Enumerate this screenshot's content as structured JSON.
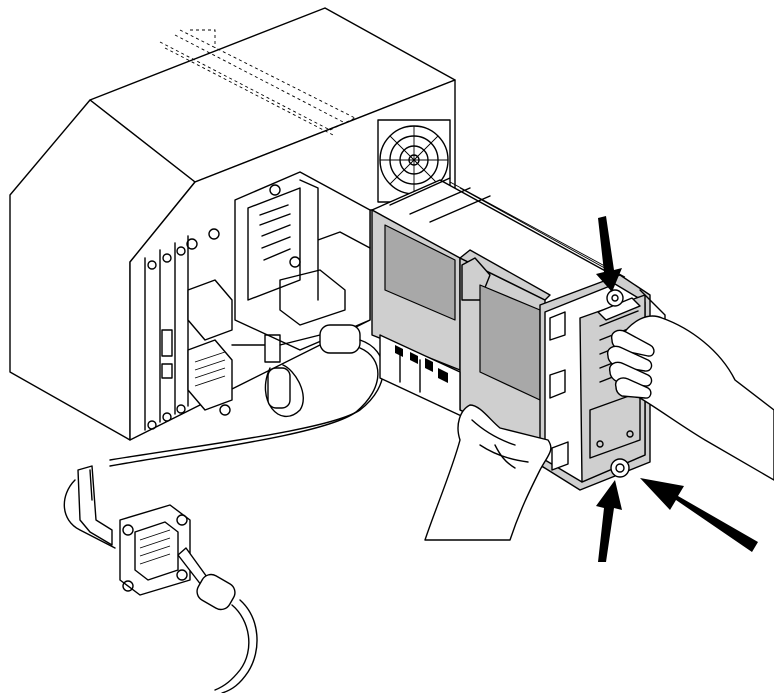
{
  "figure": {
    "description_visible_text": "",
    "colors": {
      "line": "#000000",
      "panel_fill": "#cfcfcf",
      "shade_fill": "#a8a8a8",
      "background": "#ffffff"
    },
    "arrows": [
      {
        "name": "arrow-top",
        "icon": "arrow-down-icon"
      },
      {
        "name": "arrow-bottom-up",
        "icon": "arrow-up-icon"
      },
      {
        "name": "arrow-bottom-diagonal",
        "icon": "arrow-up-left-icon"
      }
    ]
  }
}
